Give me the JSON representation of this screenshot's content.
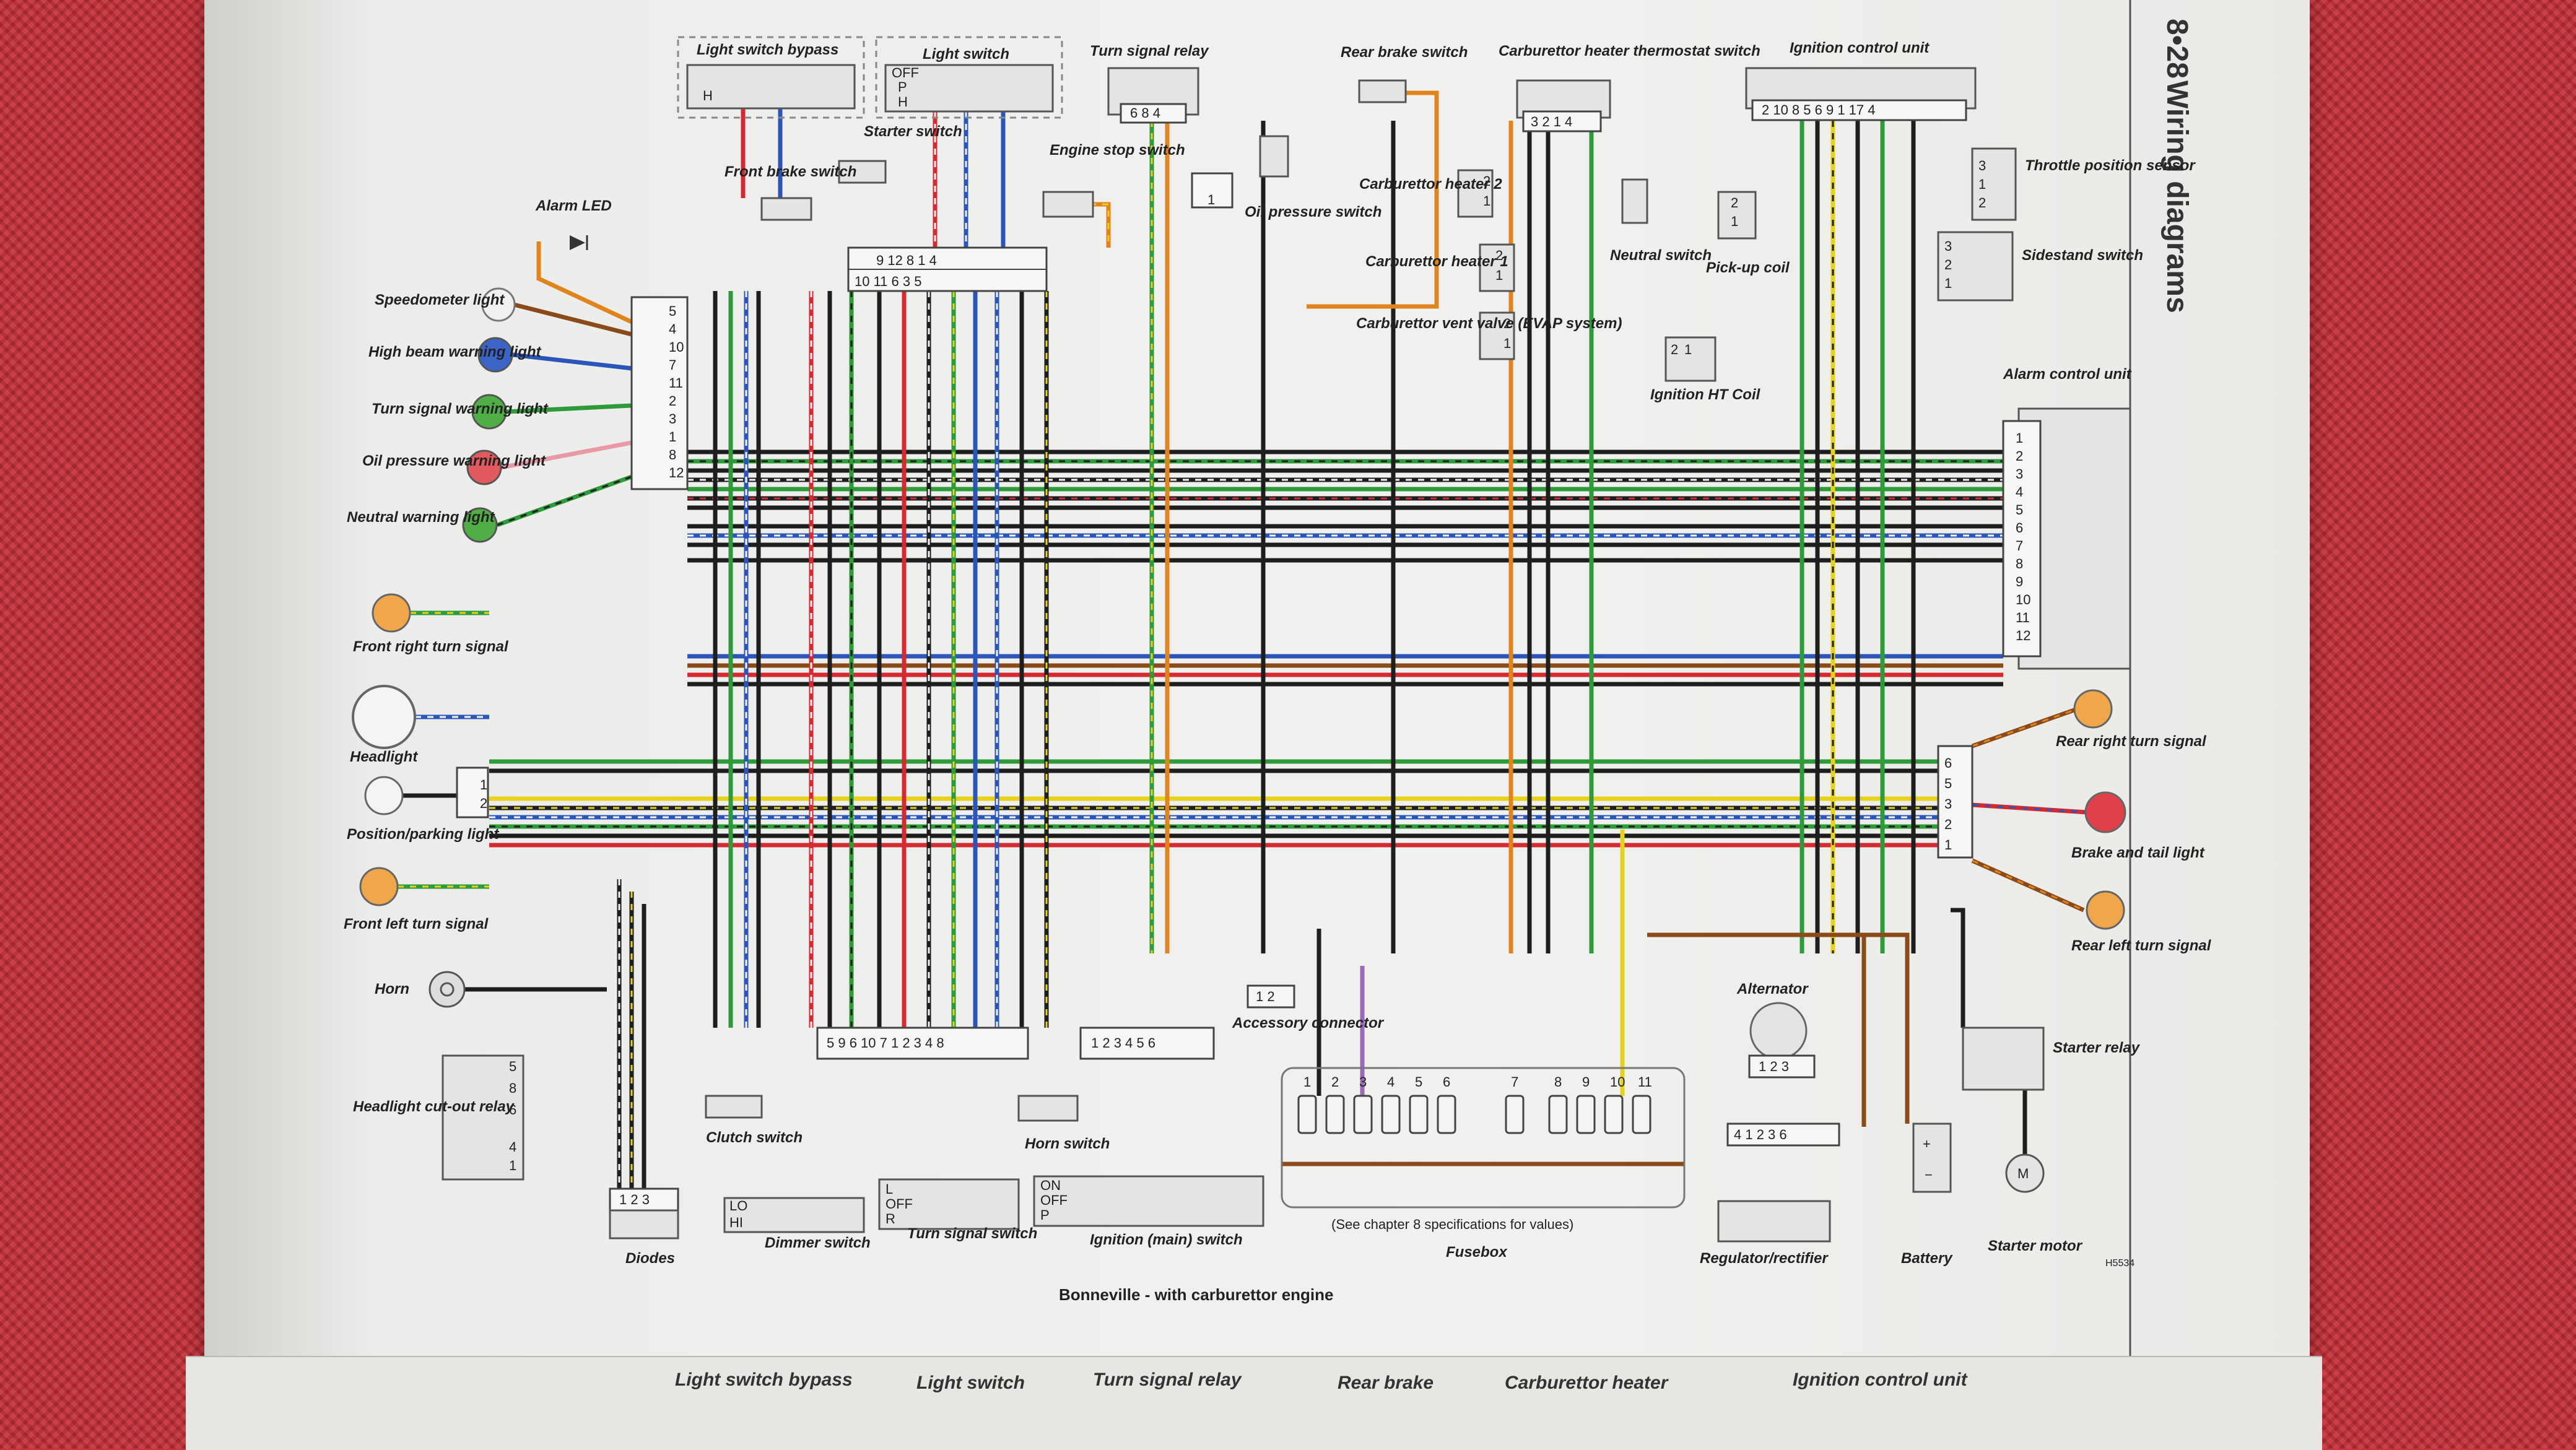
{
  "header": {
    "page_number": "8•28",
    "title": "Wiring diagrams"
  },
  "caption": "Bonneville - with carburettor engine",
  "fusebox_note": "(See chapter 8 specifications for values)",
  "figure_code": "H5534",
  "components": {
    "light_switch_bypass": "Light switch bypass",
    "light_switch": "Light switch",
    "turn_signal_relay": "Turn signal relay",
    "rear_brake_switch": "Rear brake switch",
    "carb_heater_thermostat": "Carburettor heater thermostat switch",
    "ignition_control_unit": "Ignition control unit",
    "starter_switch": "Starter switch",
    "front_brake_switch": "Front brake switch",
    "engine_stop_switch": "Engine stop switch",
    "oil_pressure_switch": "Oil pressure switch",
    "carb_heater_2": "Carburettor heater 2",
    "carb_heater_1": "Carburettor heater 1",
    "carb_vent_valve": "Carburettor vent valve (EVAP system)",
    "neutral_switch": "Neutral switch",
    "pickup_coil": "Pick-up coil",
    "throttle_position_sensor": "Throttle position sensor",
    "sidestand_switch": "Sidestand switch",
    "ignition_ht_coil": "Ignition HT Coil",
    "alarm_led": "Alarm LED",
    "speedometer_light": "Speedometer light",
    "high_beam_light": "High beam warning light",
    "turn_signal_light": "Turn signal warning light",
    "oil_pressure_light": "Oil pressure warning light",
    "neutral_light": "Neutral warning light",
    "alarm_control_unit": "Alarm control unit",
    "front_right_turn": "Front right turn signal",
    "headlight": "Headlight",
    "position_light": "Position/parking light",
    "front_left_turn": "Front left turn signal",
    "horn": "Horn",
    "headlight_cutout_relay": "Headlight cut-out relay",
    "rear_right_turn": "Rear right turn signal",
    "brake_tail_light": "Brake and tail light",
    "rear_left_turn": "Rear left turn signal",
    "alternator": "Alternator",
    "starter_relay": "Starter relay",
    "accessory_connector": "Accessory connector",
    "diodes": "Diodes",
    "clutch_switch": "Clutch switch",
    "dimmer_switch": "Dimmer switch",
    "horn_switch": "Horn switch",
    "turn_signal_switch": "Turn signal switch",
    "ignition_switch": "Ignition (main) switch",
    "fusebox": "Fusebox",
    "regulator_rectifier": "Regulator/rectifier",
    "battery": "Battery",
    "starter_motor": "Starter motor"
  },
  "pins": {
    "turn_relay": "6 8 4",
    "thermostat": "3 2 1 4",
    "ecu": "2 10 8 5 6 9 1 17 4",
    "center_top": "9 12 8 1 4",
    "center_bottom": "10 11 6 3 5",
    "bottom_left": "5 9 6 10 7 1 2 3 4 8",
    "bottom_mid": "1 2 3 4 5 6",
    "accessory": "1 2",
    "fuses": [
      "1",
      "2",
      "3",
      "4",
      "5",
      "6",
      "7",
      "8",
      "9",
      "10",
      "11"
    ],
    "alternator": "1 2 3",
    "regulator": "4 1 2 3 6",
    "diodes": "1 2 3",
    "inst_cluster": [
      "5",
      "4",
      "10",
      "7",
      "11",
      "2",
      "3",
      "1",
      "8",
      "12"
    ],
    "alarm_unit": [
      "1",
      "2",
      "3",
      "4",
      "5",
      "6",
      "7",
      "8",
      "9",
      "10",
      "11",
      "12"
    ],
    "rear_conn": [
      "6",
      "5",
      "3",
      "2",
      "1"
    ],
    "position_conn": [
      "1",
      "2"
    ],
    "relay_left": [
      "5",
      "8",
      "6",
      "4",
      "1"
    ],
    "tps": [
      "3",
      "1",
      "2"
    ],
    "sidestand": [
      "3",
      "2",
      "1"
    ],
    "two_pin": [
      "2",
      "1"
    ],
    "single": "1"
  },
  "switch_positions": {
    "light_switch_bypass": "H",
    "light_switch": [
      "OFF",
      "P",
      "H"
    ],
    "dimmer": [
      "LO",
      "HI"
    ],
    "turn_signal": [
      "L",
      "OFF",
      "R"
    ],
    "ignition": [
      "ON",
      "OFF",
      "P"
    ]
  },
  "wire_colors": {
    "black": "#1e1e1e",
    "red": "#d42a32",
    "blue": "#2b55b8",
    "green": "#2f9a3a",
    "yellow": "#e6d21c",
    "orange": "#e0841e",
    "brown": "#8a4a1a",
    "white": "#f4f4f4",
    "purple": "#9a6ab8",
    "pink": "#e79aa6",
    "grey": "#8a8a8a"
  },
  "next_page_preview": {
    "light_switch_bypass": "Light switch bypass",
    "light_switch": "Light switch",
    "turn_signal_relay": "Turn signal relay",
    "rear_brake": "Rear brake",
    "carb_heater": "Carburettor heater",
    "ignition_control_unit": "Ignition control unit"
  }
}
